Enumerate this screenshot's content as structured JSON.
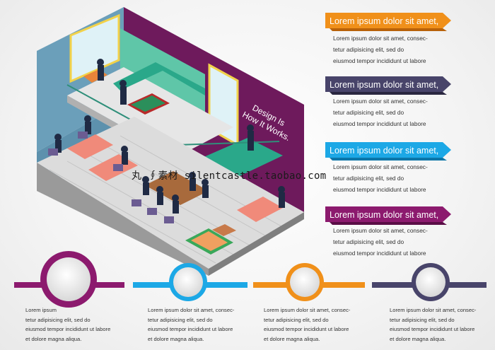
{
  "illustration": {
    "sign_lines": [
      "Design Is",
      "How It Works."
    ]
  },
  "watermark": "丸 ∮素材 silentcastle.taobao.com",
  "banners": [
    {
      "title": "Lorem ipsum dolor sit amet,",
      "color": "#f0901a",
      "dark": "#b8620a",
      "lines": [
        "Lorem ipsum dolor sit amet, consec-",
        "tetur adipisicing elit, sed do",
        "eiusmod tempor incididunt ut labore"
      ]
    },
    {
      "title": "Lorem ipsum dolor sit amet,",
      "color": "#48446a",
      "dark": "#2a2740",
      "lines": [
        "Lorem ipsum dolor sit amet, consec-",
        "tetur adipisicing elit, sed do",
        "eiusmod tempor incididunt ut labore"
      ]
    },
    {
      "title": "Lorem ipsum dolor sit amet,",
      "color": "#1ca8e6",
      "dark": "#0c76a8",
      "lines": [
        "Lorem ipsum dolor sit amet, consec-",
        "tetur adipisicing elit, sed do",
        "eiusmod tempor incididunt ut labore"
      ]
    },
    {
      "title": "Lorem ipsum dolor sit amet,",
      "color": "#8c1a6e",
      "dark": "#5a0d46",
      "lines": [
        "Lorem ipsum dolor sit amet, consec-",
        "tetur adipisicing elit, sed do",
        "eiusmod tempor incididunt ut labore"
      ]
    }
  ],
  "timeline": [
    {
      "color": "#8c1a6e",
      "lines": [
        "Lorem ipsum",
        "tetur adipisicing elit, sed do",
        "eiusmod tempor incididunt ut labore",
        "et dolore magna aliqua."
      ]
    },
    {
      "color": "#1ca8e6",
      "lines": [
        "Lorem ipsum dolor sit amet, consec-",
        "tetur adipisicing elit, sed do",
        "eiusmod tempor incididunt ut labore",
        "et dolore magna aliqua."
      ]
    },
    {
      "color": "#f0901a",
      "lines": [
        "Lorem ipsum dolor sit amet, consec-",
        "tetur adipisicing elit, sed do",
        "eiusmod tempor incididunt ut labore",
        "et dolore magna aliqua."
      ]
    },
    {
      "color": "#48446a",
      "lines": [
        "Lorem ipsum dolor sit amet, consec-",
        "tetur adipisicing elit, sed do",
        "eiusmod tempor incididunt ut labore",
        "et dolore magna aliqua."
      ]
    }
  ]
}
